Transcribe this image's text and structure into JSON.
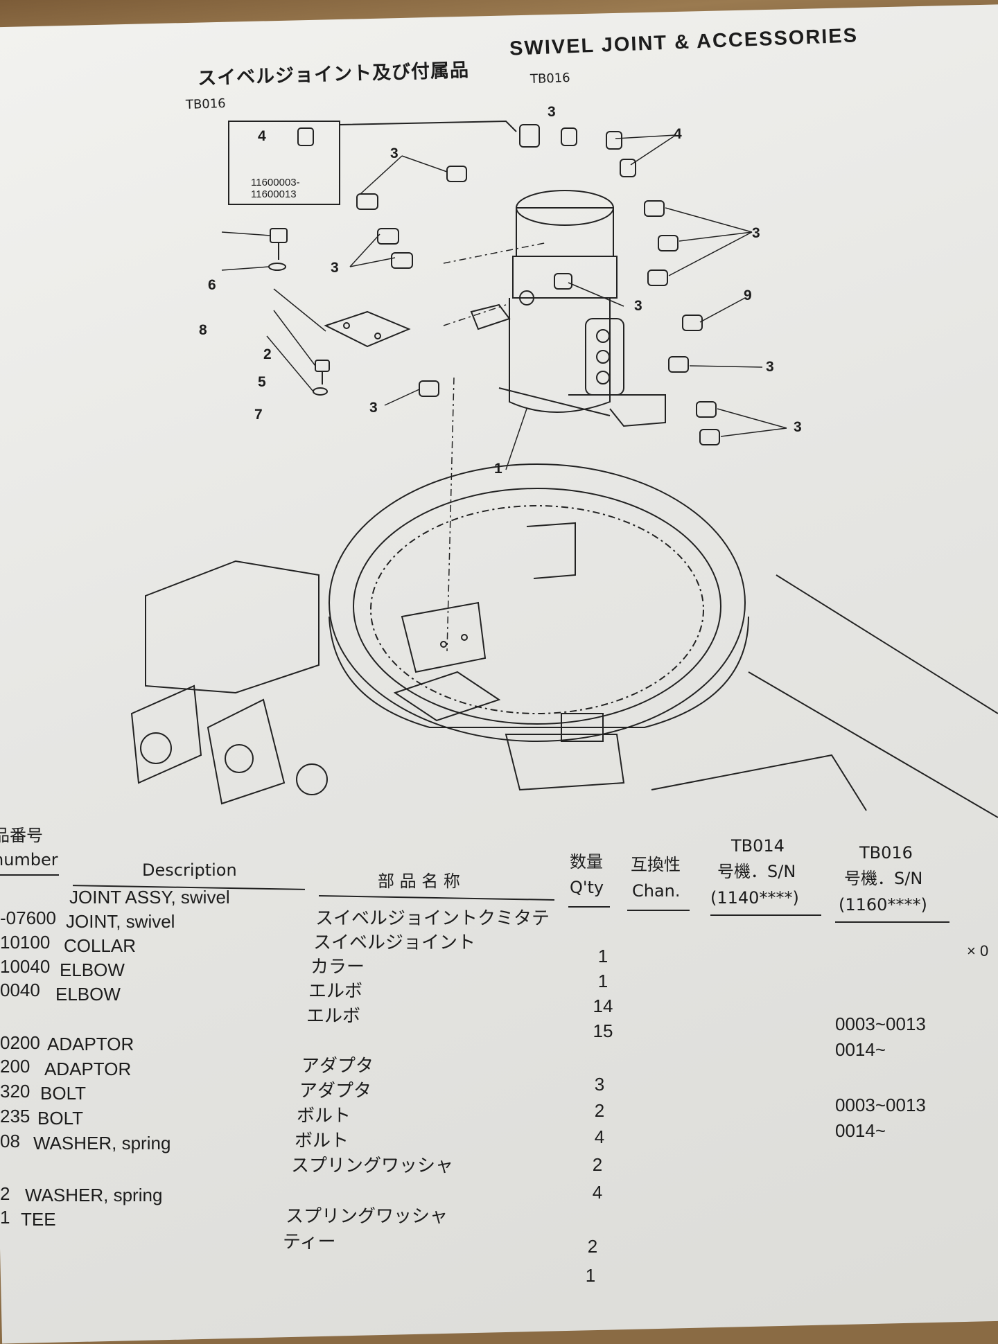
{
  "header": {
    "title_jp": "スイベルジョイント及び付属品",
    "title_en": "SWIVEL JOINT & ACCESSORIES",
    "tb_left": "TB016",
    "tb_right": "TB016"
  },
  "diagram": {
    "inset_serial_1": "11600003-",
    "inset_serial_2": "11600013",
    "callouts": [
      "4",
      "3",
      "4",
      "3",
      "3",
      "3",
      "6",
      "8",
      "2",
      "5",
      "7",
      "3",
      "3",
      "9",
      "3",
      "3",
      "1"
    ]
  },
  "table": {
    "headers": {
      "part_number_jp": "品番号",
      "part_number": "number",
      "description": "Description",
      "part_name_jp": "部 品 名 称",
      "qty_jp": "数量",
      "qty": "Q'ty",
      "chan_jp": "互換性",
      "chan": "Chan.",
      "tb014": "TB014",
      "tb014_sn": "号機．S/N",
      "tb014_range": "(1140****)",
      "tb016": "TB016",
      "tb016_sn": "号機．S/N",
      "tb016_range": "(1160****)"
    },
    "part_numbers": [
      "-07600",
      "10100",
      "10040",
      "0040",
      "0200",
      "200",
      "320",
      "235",
      "08",
      "2",
      "1"
    ],
    "descriptions": [
      "JOINT ASSY, swivel",
      "JOINT, swivel",
      "COLLAR",
      "ELBOW",
      "ELBOW",
      "ADAPTOR",
      "ADAPTOR",
      "BOLT",
      "BOLT",
      "WASHER, spring",
      "WASHER, spring",
      "TEE"
    ],
    "names_jp": [
      "スイベルジョイントクミタテ",
      "スイベルジョイント",
      "カラー",
      "エルボ",
      "エルボ",
      "アダプタ",
      "アダプタ",
      "ボルト",
      "ボルト",
      "スプリングワッシャ",
      "スプリングワッシャ",
      "ティー"
    ],
    "quantities": [
      "1",
      "1",
      "14",
      "15",
      "3",
      "2",
      "4",
      "2",
      "4",
      "2",
      "1"
    ],
    "serials": [
      "0003~0013",
      "0014~",
      "0003~0013",
      "0014~"
    ],
    "edge_mark": "× 0"
  }
}
